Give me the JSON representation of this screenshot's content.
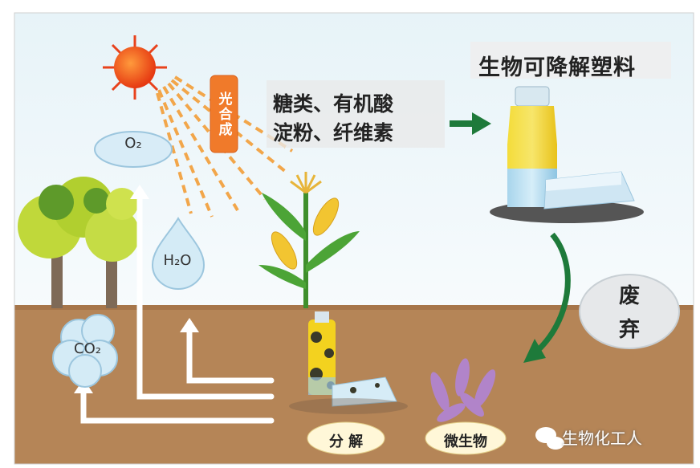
{
  "title": "生物可降解塑料",
  "materials": {
    "line1": "糖类、有机酸",
    "line2": "淀粉、纤维素"
  },
  "photosynthesis": "光合成",
  "o2": "O₂",
  "h2o": "H₂O",
  "co2": "CO₂",
  "discard": "废弃",
  "decompose": "分 解",
  "microbes": "微生物",
  "watermark": "生物化工人",
  "colors": {
    "sky": "#eef6fa",
    "soil": "#b58557",
    "sun": "#f04a1c",
    "photosynthesis_badge": "#f07a2a",
    "arrow_green": "#1e7a3a",
    "tree": "#b9d63c",
    "bottle": "#f3d21f"
  }
}
